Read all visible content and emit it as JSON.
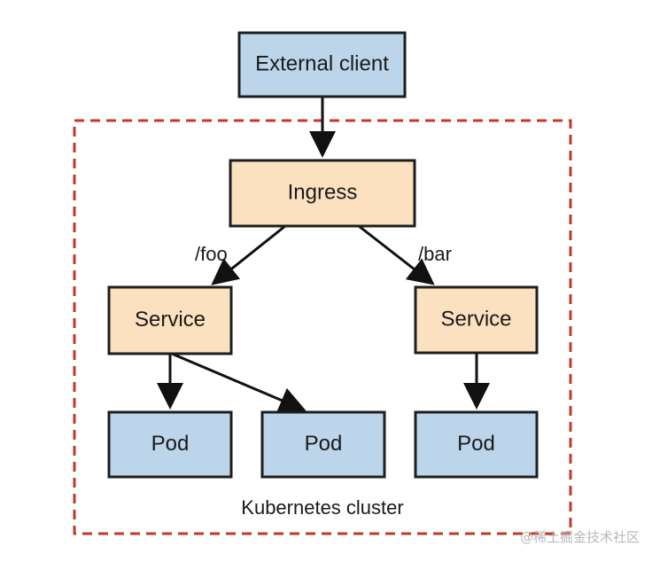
{
  "diagram": {
    "nodes": {
      "external_client": "External client",
      "ingress": "Ingress",
      "service_left": "Service",
      "service_right": "Service",
      "pod_1": "Pod",
      "pod_2": "Pod",
      "pod_3": "Pod"
    },
    "edge_labels": {
      "foo": "/foo",
      "bar": "/bar"
    },
    "cluster_label": "Kubernetes cluster"
  },
  "watermark": "@稀土掘金技术社区",
  "colors": {
    "blue_fill": "#bcd5ea",
    "orange_fill": "#fbe1bf",
    "box_stroke": "#1e1e1e",
    "cluster_dash": "#c0392b",
    "arrow": "#111111"
  }
}
